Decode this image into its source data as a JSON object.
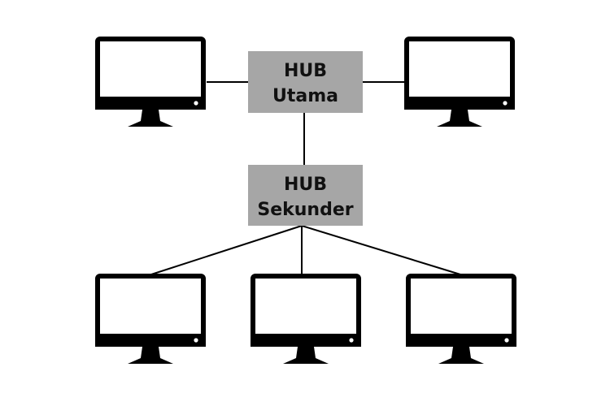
{
  "diagram": {
    "hub_main": {
      "line1": "HUB",
      "line2": "Utama"
    },
    "hub_secondary": {
      "line1": "HUB",
      "line2": "Sekunder"
    }
  },
  "colors": {
    "hub_fill": "#a6a6a6",
    "monitor": "#000000",
    "link": "#000000",
    "background": "#ffffff"
  },
  "icons": {
    "monitor": "desktop-monitor-icon"
  }
}
